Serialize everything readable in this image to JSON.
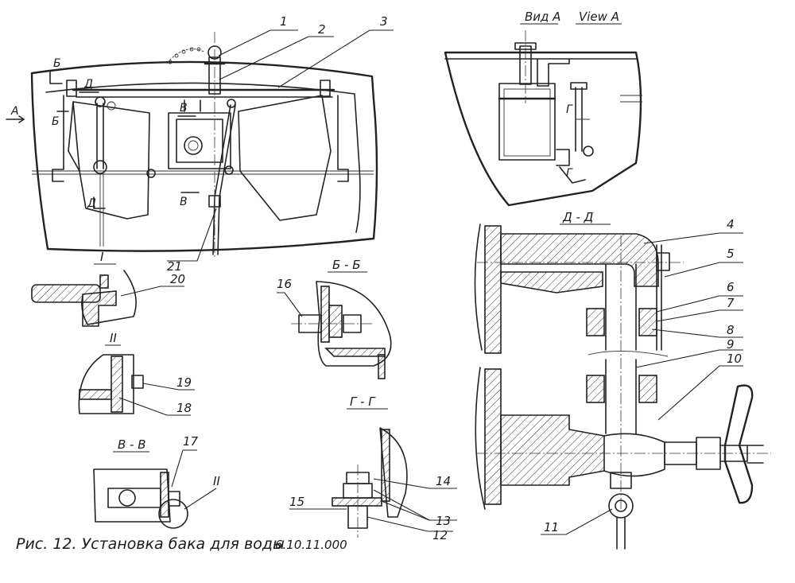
{
  "caption": {
    "text": "Рис. 12. Установка бака для воды",
    "doc_number": "6.10.11.000"
  },
  "view_titles": {
    "view_ru": "Вид А",
    "view_en": "View A",
    "section_dd": "Д - Д",
    "section_bb": "Б - Б",
    "section_gg": "Г - Г",
    "section_vv": "В - В",
    "detail_1": "I",
    "detail_2": "II",
    "detail_2_ref": "II"
  },
  "view_markers": {
    "A": "А",
    "B": "Б",
    "B2": "Б",
    "D": "Д",
    "D2": "Д",
    "V": "В",
    "V2": "В",
    "G": "Г",
    "G2": "Г"
  },
  "callouts": [
    "1",
    "2",
    "3",
    "4",
    "5",
    "6",
    "7",
    "8",
    "9",
    "10",
    "11",
    "12",
    "13",
    "14",
    "15",
    "16",
    "17",
    "18",
    "19",
    "20",
    "21"
  ]
}
